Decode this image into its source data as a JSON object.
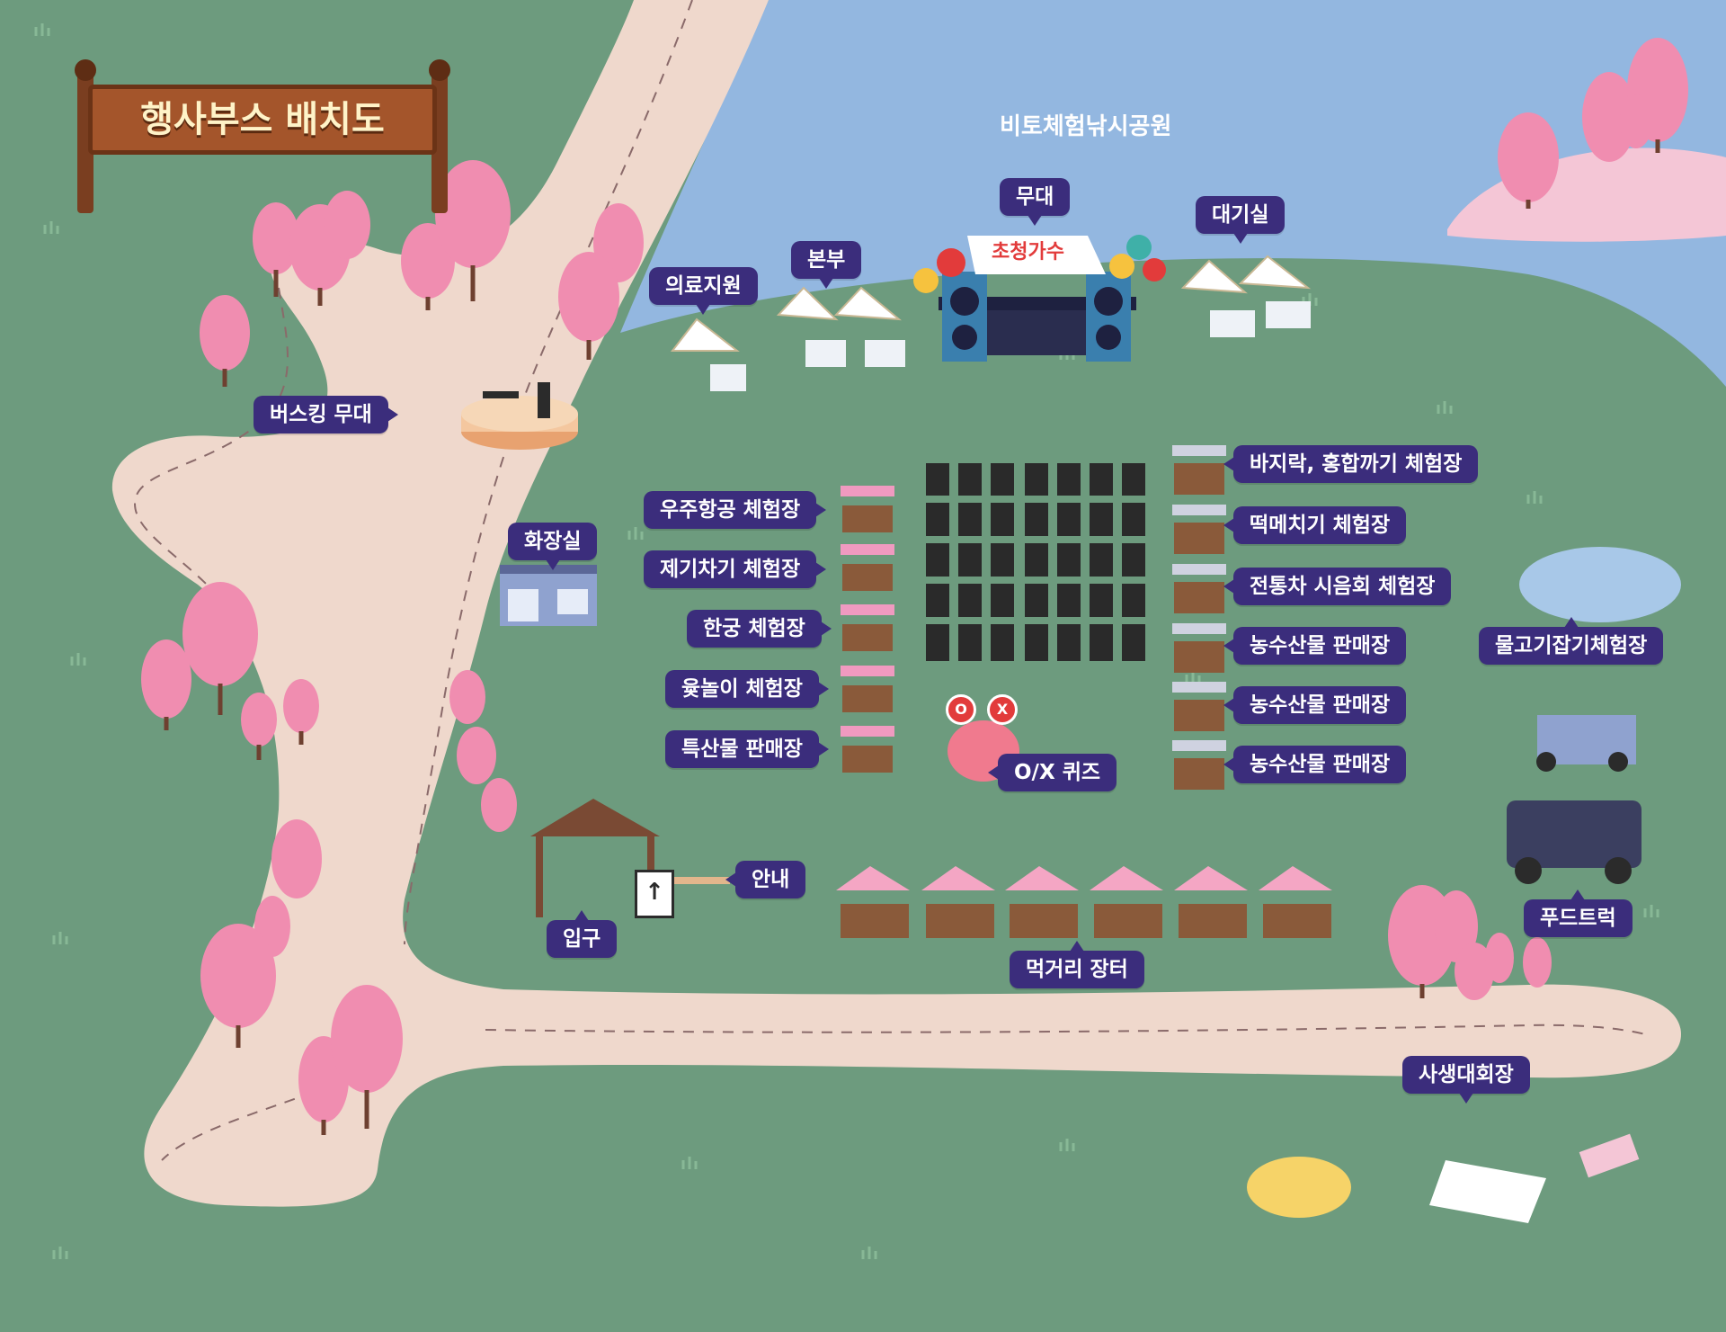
{
  "signboard": {
    "title": "행사부스 배치도"
  },
  "park_name": "비토체험낚시공원",
  "stage": {
    "banner": "초청가수"
  },
  "quiz": {
    "o_mark": "O",
    "x_mark": "X"
  },
  "entrance_sign_arrow": "↑",
  "colors": {
    "grass": "#6d9b7e",
    "water": "#93b7e0",
    "path": "#efd8cc",
    "label_bg": "#3b2d7c",
    "label_text": "#ffffff",
    "tree_pink": "#f08db0",
    "sign_wood": "#a4552b"
  },
  "labels": {
    "medical": "의료지원",
    "hq": "본부",
    "stage": "무대",
    "waiting": "대기실",
    "busking": "버스킹 무대",
    "restroom": "화장실",
    "aerospace": "우주항공 체험장",
    "jegi": "제기차기 체험장",
    "archery": "한궁 체험장",
    "yut": "윷놀이 체험장",
    "specialty": "특산물 판매장",
    "clam": "바지락, 홍합까기 체험장",
    "rice_cake": "떡메치기 체험장",
    "tea": "전통차 시음회 체험장",
    "farm1": "농수산물 판매장",
    "farm2": "농수산물 판매장",
    "farm3": "농수산물 판매장",
    "ox_quiz": "O/X 퀴즈",
    "fishing": "물고기잡기체험장",
    "food_truck": "푸드트럭",
    "info": "안내",
    "entrance": "입구",
    "food_street": "먹거리 장터",
    "drawing": "사생대회장"
  }
}
